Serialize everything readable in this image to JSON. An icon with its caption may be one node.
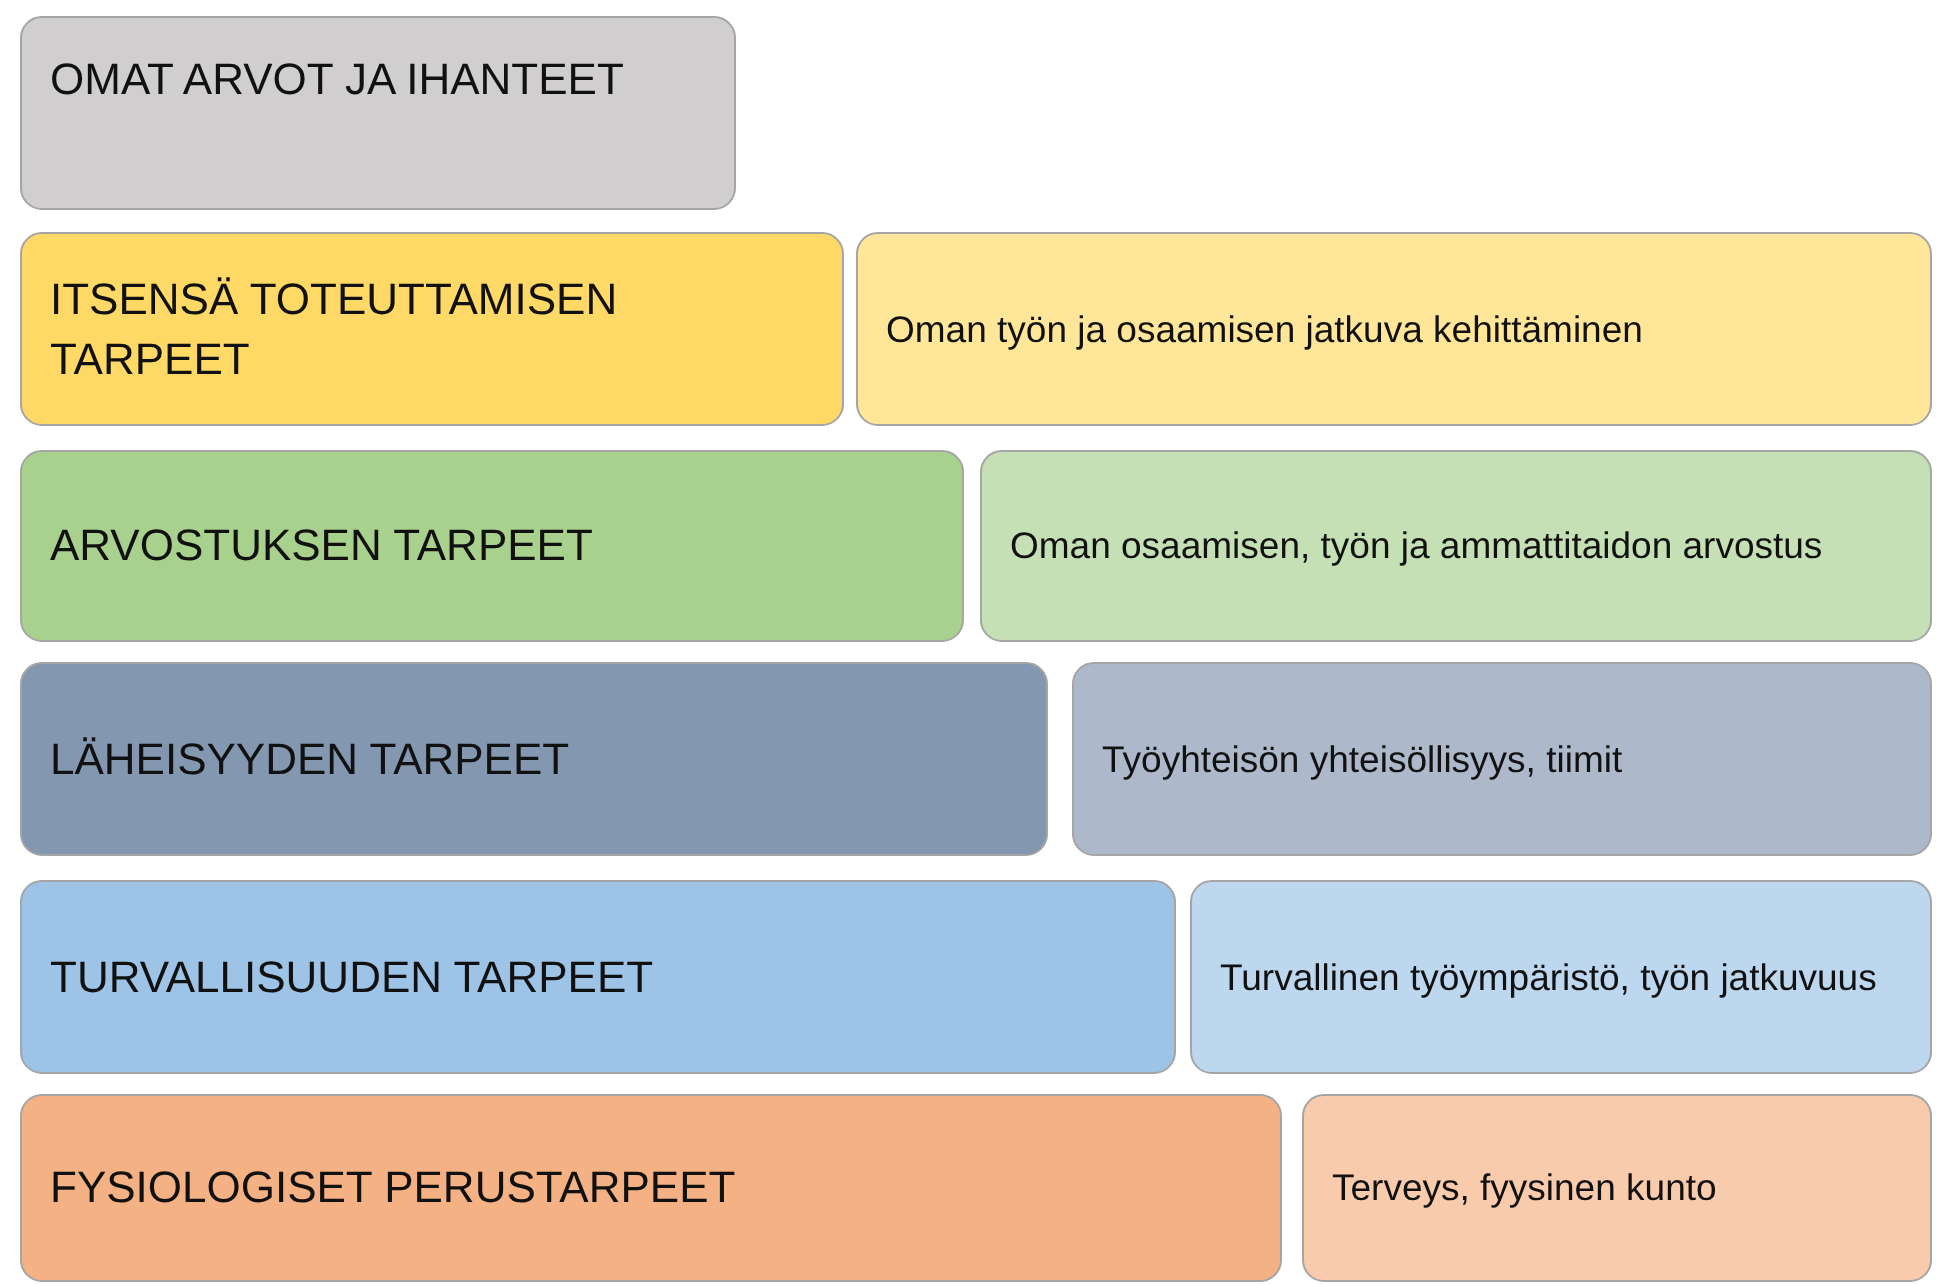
{
  "diagram": {
    "nodes": [
      {
        "text": [
          "OMAT ARVOT JA IHANTEET"
        ]
      },
      {
        "text": [
          "ITSENSÄ TOTEUTTAMISEN TARPEET"
        ]
      },
      {
        "text": [
          "Oman työn ja osaamisen jatkuva kehittäminen"
        ]
      },
      {
        "text": [
          "ARVOSTUKSEN TARPEET"
        ]
      },
      {
        "text": [
          "Oman osaamisen, työn ja ammattitaidon arvostus"
        ]
      },
      {
        "text": [
          "LÄHEISYYDEN TARPEET"
        ]
      },
      {
        "text": [
          "Työyhteisön yhteisöllisyys, tiimit"
        ]
      },
      {
        "text": [
          "TURVALLISUUDEN TARPEET"
        ]
      },
      {
        "text": [
          "Turvallinen työympäristö, työn jatkuvuus"
        ]
      },
      {
        "text": [
          "FYSIOLOGISET PERUSTARPEET"
        ]
      },
      {
        "text": [
          "Terveys, fyysinen kunto"
        ]
      }
    ]
  }
}
